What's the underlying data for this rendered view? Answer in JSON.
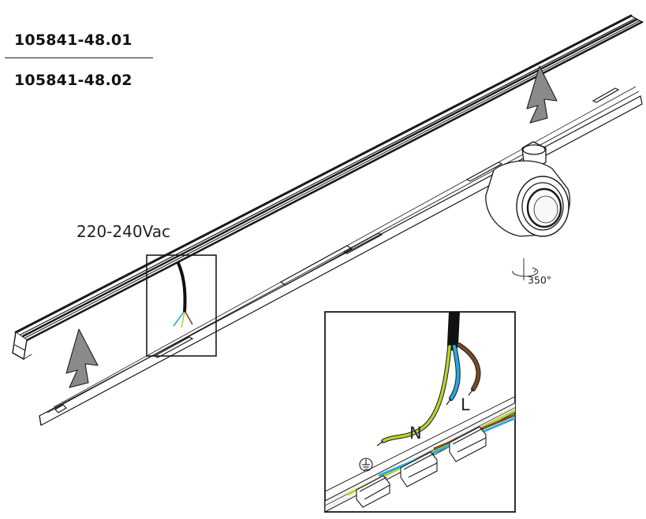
{
  "product_codes": [
    "105841-48.01",
    "105841-48.02"
  ],
  "voltage_label": "220-240Vac",
  "rotation_label": "350°",
  "wire_labels": {
    "neutral": "N",
    "live": "L"
  },
  "icons": {
    "earth": "earth-ground-icon",
    "rotation": "rotation-icon",
    "lift": "up-arrow-icon"
  },
  "colors": {
    "earth_wire": "#b8d430",
    "neutral_wire": "#29a9e0",
    "live_wire": "#7a4a22",
    "arrow": "#8a8a8a",
    "line": "#1a1a1a"
  }
}
